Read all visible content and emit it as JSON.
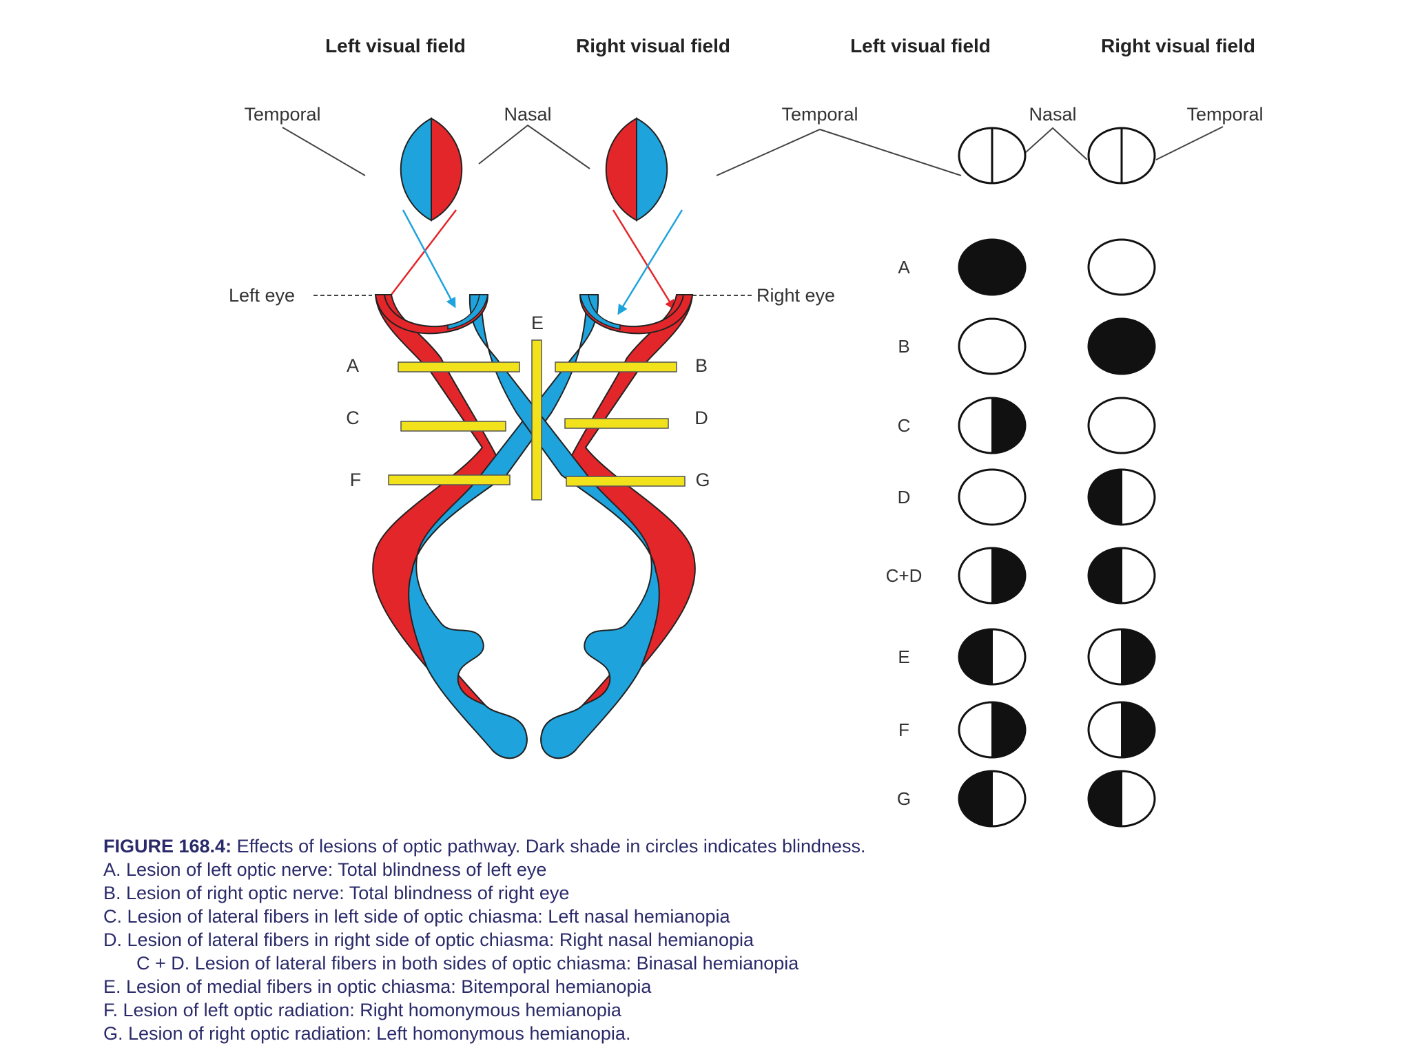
{
  "colors": {
    "red": "#e3262a",
    "blue": "#1ea3dc",
    "yellow": "#f2e21c",
    "black": "#111111"
  },
  "headers": {
    "left_visual_field_1": "Left visual field",
    "right_visual_field_1": "Right visual field",
    "left_visual_field_2": "Left visual field",
    "right_visual_field_2": "Right visual field"
  },
  "labels": {
    "temporal_left": "Temporal",
    "nasal_mid": "Nasal",
    "temporal_mid": "Temporal",
    "nasal_right": "Nasal",
    "temporal_right": "Temporal",
    "left_eye": "Left eye",
    "right_eye": "Right eye"
  },
  "lesion_bars": {
    "A": "A",
    "B": "B",
    "C": "C",
    "D": "D",
    "E": "E",
    "F": "F",
    "G": "G"
  },
  "field_rows": [
    {
      "label": "A",
      "left_eye": "full",
      "right_eye": "none"
    },
    {
      "label": "B",
      "left_eye": "none",
      "right_eye": "full"
    },
    {
      "label": "C",
      "left_eye": "right",
      "right_eye": "none"
    },
    {
      "label": "D",
      "left_eye": "none",
      "right_eye": "left"
    },
    {
      "label": "C+D",
      "left_eye": "right",
      "right_eye": "left"
    },
    {
      "label": "E",
      "left_eye": "left",
      "right_eye": "right"
    },
    {
      "label": "F",
      "left_eye": "right",
      "right_eye": "right"
    },
    {
      "label": "G",
      "left_eye": "left",
      "right_eye": "left"
    }
  ],
  "caption": {
    "title_bold": "FIGURE 168.4:",
    "title_rest": " Effects of lesions of optic pathway. Dark shade in circles indicates blindness.",
    "lines": [
      "A.  Lesion of left optic nerve: Total blindness of left eye",
      "B.  Lesion of right optic nerve: Total blindness of right eye",
      "C.  Lesion of lateral fibers in left side of optic chiasma: Left nasal hemianopia",
      "D.  Lesion of lateral fibers in right side of optic chiasma: Right nasal hemianopia",
      "C + D. Lesion of lateral fibers in both sides of optic chiasma: Binasal hemianopia",
      "E.  Lesion of medial fibers in optic chiasma: Bitemporal hemianopia",
      "F.  Lesion of left optic radiation: Right homonymous hemianopia",
      "G.  Lesion of right optic radiation: Left homonymous hemianopia."
    ]
  }
}
